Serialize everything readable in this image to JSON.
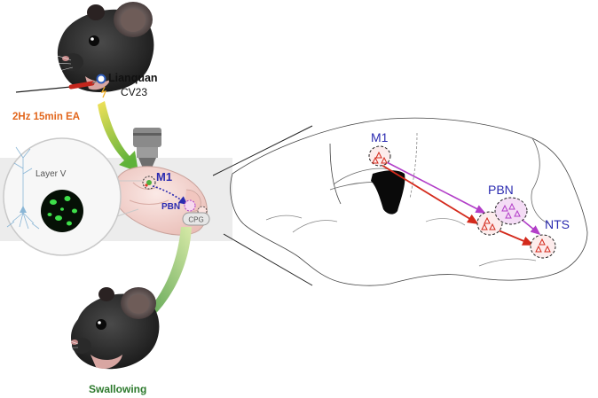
{
  "labels": {
    "acupoint_name": "Lianquan",
    "acupoint_code": "CV23",
    "stimulation": "2Hz 15min EA",
    "layer": "Layer V",
    "m1_small": "M1",
    "pbn_small": "PBN",
    "cpg": "CPG",
    "outcome": "Swallowing",
    "m1": "M1",
    "pbn": "PBN",
    "nts": "NTS"
  },
  "colors": {
    "ea_orange": "#e2661c",
    "outcome_green": "#2d7a2d",
    "region_blue": "#2b2bb0",
    "pathway_red": "#d42a1c",
    "pathway_purple": "#b23ec8",
    "arrow_green": "#6fb83a"
  },
  "icons": [
    "mouse-head-icon",
    "electrode-icon",
    "objective-lens-icon",
    "neuron-icon",
    "brain-icon"
  ]
}
